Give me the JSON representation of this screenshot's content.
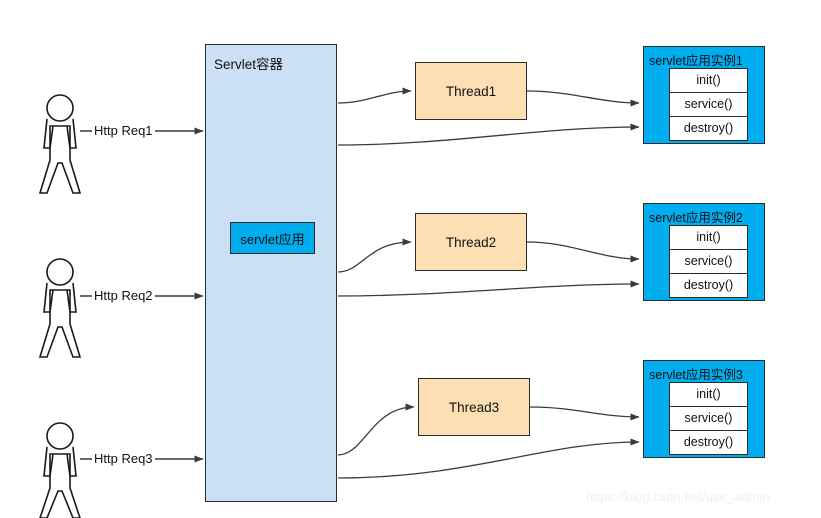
{
  "diagram": {
    "title": "Servlet container threading model",
    "colors": {
      "container_fill": "#CCE0F5",
      "servlet_app_fill": "#00AEEF",
      "thread_fill": "#FCE0B4",
      "instance_fill": "#00AEEF",
      "method_fill": "#FFFFFF",
      "stroke": "#2B2B2B",
      "arrow": "#4A4A4A",
      "watermark": "#EFEFEF"
    },
    "container": {
      "title": "Servlet容器",
      "app_box_label": "servlet应用"
    },
    "actors": [
      {
        "request_label": "Http Req1"
      },
      {
        "request_label": "Http Req2"
      },
      {
        "request_label": "Http Req3"
      }
    ],
    "threads": [
      {
        "label": "Thread1"
      },
      {
        "label": "Thread2"
      },
      {
        "label": "Thread3"
      }
    ],
    "instances": [
      {
        "title": "servlet应用实例1",
        "methods": [
          "init()",
          "service()",
          "destroy()"
        ]
      },
      {
        "title": "servlet应用实例2",
        "methods": [
          "init()",
          "service()",
          "destroy()"
        ]
      },
      {
        "title": "servlet应用实例3",
        "methods": [
          "init()",
          "service()",
          "destroy()"
        ]
      }
    ],
    "watermark": "https://blog.csdn.net/use_admin"
  }
}
